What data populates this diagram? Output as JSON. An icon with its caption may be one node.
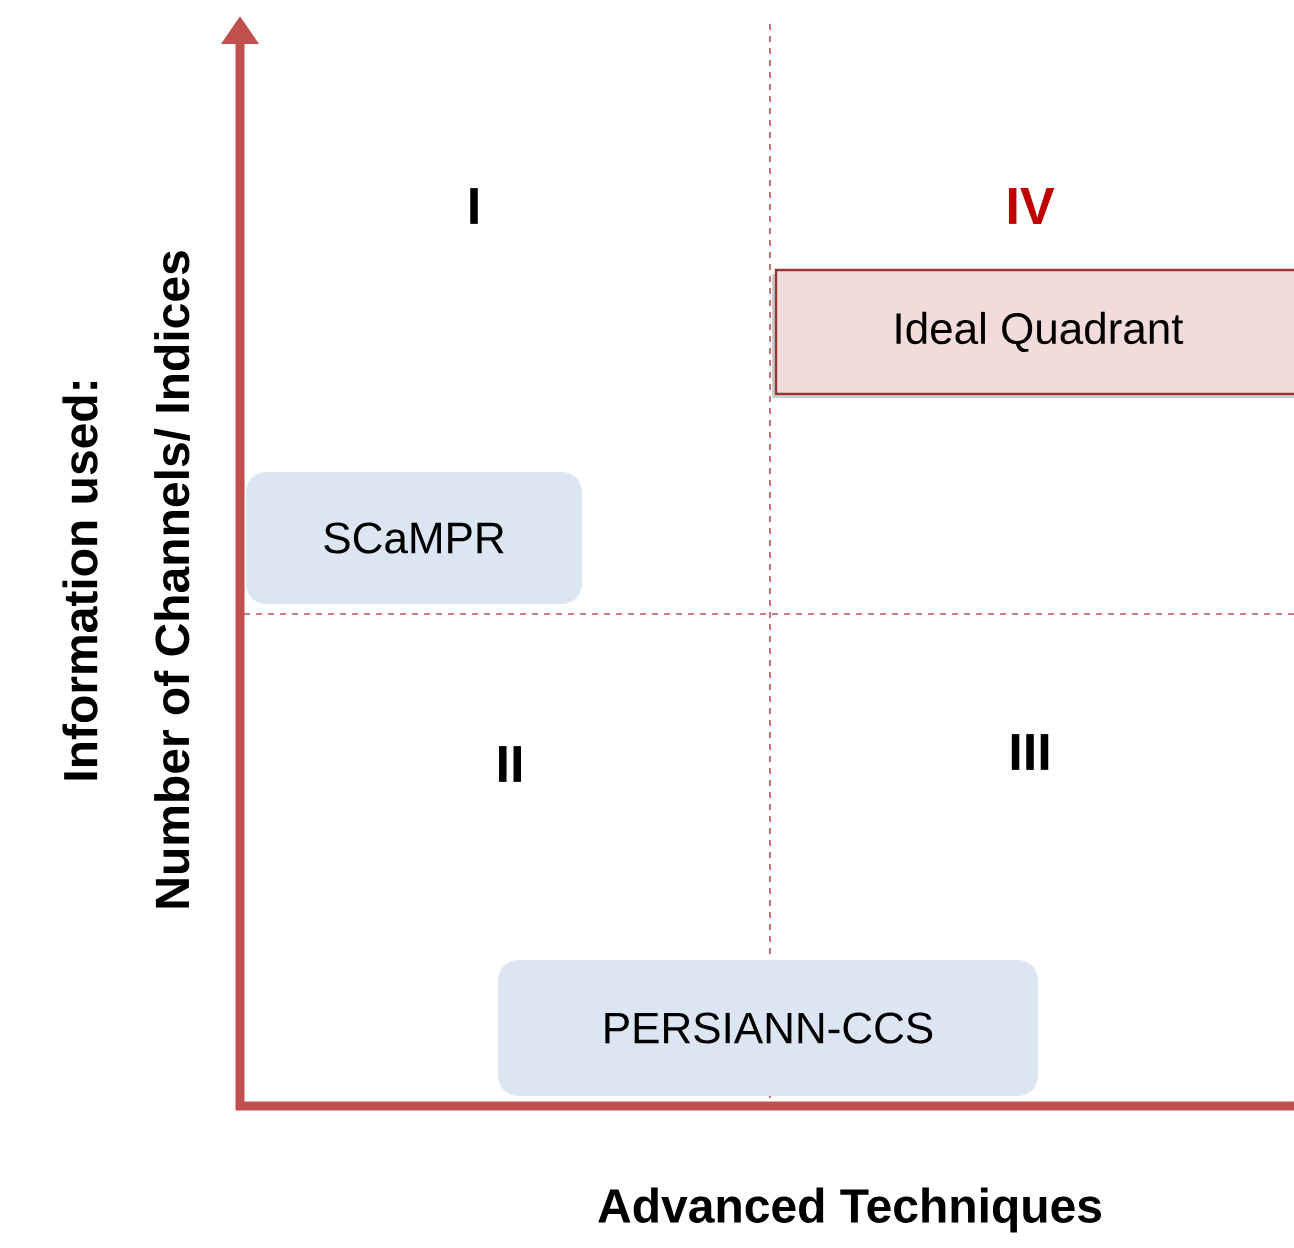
{
  "diagram": {
    "nodes": [
      {
        "text": [
          "Ideal Quadrant"
        ]
      },
      {
        "text": [
          "SCaMPR"
        ]
      },
      {
        "text": [
          "PERSIANN-CCS"
        ]
      }
    ],
    "labels": [
      "I",
      "IV",
      "II",
      "III",
      "Information used:",
      "Number of Channels/ Indices",
      "Advanced Techniques"
    ]
  }
}
